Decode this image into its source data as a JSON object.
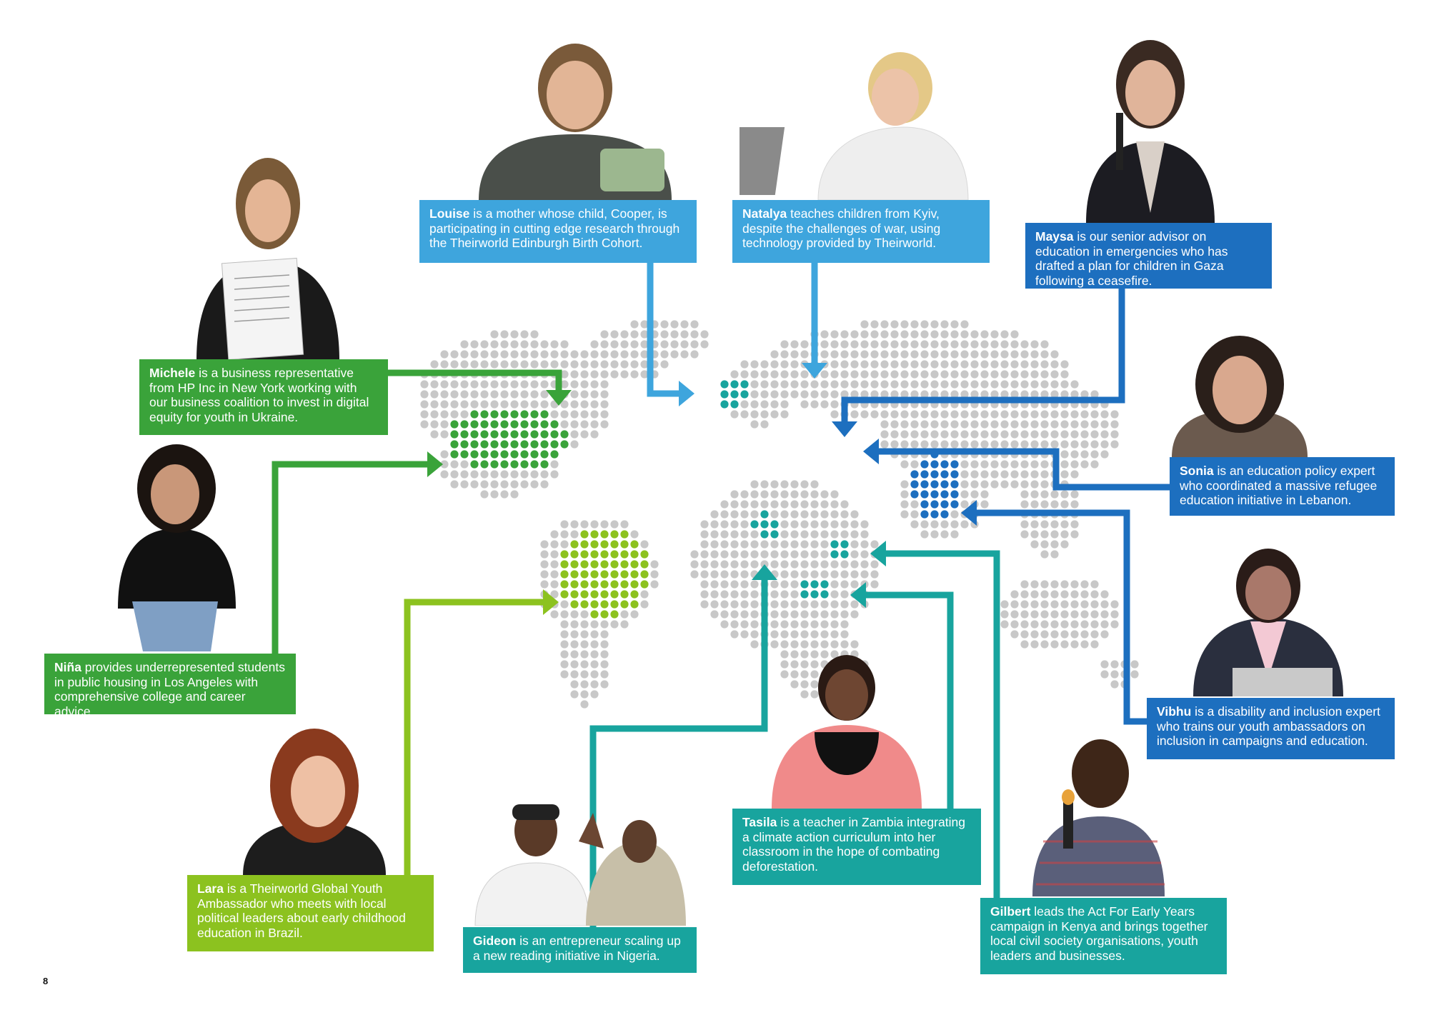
{
  "page_number": "8",
  "colors": {
    "map_dot": "#c8c8c8",
    "green_dark": "#3aa33a",
    "green_light": "#8cc21f",
    "blue_light": "#3ea5dd",
    "blue_dark": "#1d6fbf",
    "teal": "#18a49e"
  },
  "people": [
    {
      "id": "louise",
      "name": "Louise",
      "text": " is a mother whose child, Cooper, is participating in cutting edge research through the Theirworld Edinburgh Birth Cohort.",
      "color": "#3ea5dd",
      "icon": "person-photo"
    },
    {
      "id": "natalya",
      "name": "Natalya",
      "text": " teaches children from Kyiv, despite the challenges of war, using technology provided by Theirworld.",
      "color": "#3ea5dd",
      "icon": "person-photo"
    },
    {
      "id": "maysa",
      "name": "Maysa",
      "text": " is our senior advisor on education in emergencies who has drafted a plan for children in Gaza following a ceasefire.",
      "color": "#1d6fbf",
      "icon": "person-photo"
    },
    {
      "id": "michele",
      "name": "Michele",
      "text": " is a business representative from HP Inc in New York working with our business coalition to invest in digital equity for youth in Ukraine.",
      "color": "#3aa33a",
      "icon": "person-photo"
    },
    {
      "id": "sonia",
      "name": "Sonia",
      "text": " is an education policy expert who coordinated a massive refugee education initiative in Lebanon.",
      "color": "#1d6fbf",
      "icon": "person-photo"
    },
    {
      "id": "nina",
      "name": "Niña",
      "text": " provides underrepresented students in public housing in Los Angeles with comprehensive college and career advice.",
      "color": "#3aa33a",
      "icon": "person-photo"
    },
    {
      "id": "vibhu",
      "name": "Vibhu",
      "text": " is a disability and inclusion expert who trains our youth ambassadors on inclusion in campaigns and education.",
      "color": "#1d6fbf",
      "icon": "person-photo"
    },
    {
      "id": "tasila",
      "name": "Tasila",
      "text": " is a teacher in Zambia integrating a climate action curriculum into her classroom in the hope of combating deforestation.",
      "color": "#18a49e",
      "icon": "person-photo"
    },
    {
      "id": "lara",
      "name": "Lara",
      "text": " is a Theirworld Global Youth Ambassador who meets with local political leaders about early childhood education in Brazil.",
      "color": "#8cc21f",
      "icon": "person-photo"
    },
    {
      "id": "gideon",
      "name": "Gideon",
      "text": " is an entrepreneur scaling up a new reading initiative in Nigeria.",
      "color": "#18a49e",
      "icon": "person-photo"
    },
    {
      "id": "gilbert",
      "name": "Gilbert",
      "text": " leads the Act For Early Years campaign in Kenya and brings together local civil society organisations, youth leaders and businesses.",
      "color": "#18a49e",
      "icon": "person-photo"
    }
  ]
}
